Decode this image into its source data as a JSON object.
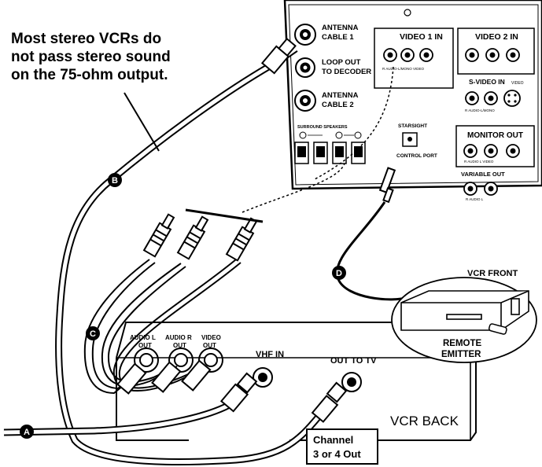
{
  "caption": {
    "line1": "Most stereo VCRs do",
    "line2": "not pass stereo sound",
    "line3": "on the 75-ohm output."
  },
  "tv_panel": {
    "antenna_cable1": [
      "ANTENNA",
      "CABLE 1"
    ],
    "loop_out": [
      "LOOP OUT",
      "TO DECODER"
    ],
    "antenna_cable2": [
      "ANTENNA",
      "CABLE 2"
    ],
    "speaker_label": "SURROUND SPEAKERS",
    "video1_in": "VIDEO 1 IN",
    "video2_in": "VIDEO 2 IN",
    "video1_sub": "R  AUDIO-L/MONO  VIDEO",
    "svideo_in": "S-VIDEO IN",
    "video_small": "VIDEO",
    "svideo_sub": "R  AUDIO-L/MONO",
    "starsight": "STARSIGHT",
    "control_port": "CONTROL PORT",
    "monitor_out": "MONITOR OUT",
    "monitor_sub": "R  AUDIO  L   VIDEO",
    "variable_out": "VARIABLE OUT",
    "variable_sub": "R  AUDIO  L"
  },
  "vcr": {
    "audio_l": [
      "AUDIO L",
      "OUT"
    ],
    "audio_r": [
      "AUDIO R",
      "OUT"
    ],
    "video_out": [
      "VIDEO",
      "OUT"
    ],
    "vhf_in": "VHF IN",
    "out_to_tv": "OUT TO TV",
    "vcr_back": "VCR BACK",
    "vcr_front": "VCR FRONT",
    "remote_emitter": [
      "REMOTE",
      "EMITTER"
    ],
    "channel_note": [
      "Channel",
      "3 or 4 Out"
    ]
  },
  "markers": {
    "a": "A",
    "b": "B",
    "c": "C",
    "d": "D"
  }
}
